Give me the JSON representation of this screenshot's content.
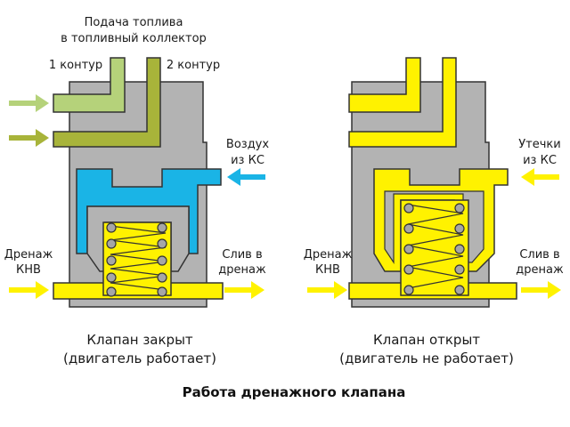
{
  "title": "Работа дренажного клапана",
  "left": {
    "fuel_supply_line1": "Подача топлива",
    "fuel_supply_line2": "в топливный коллектор",
    "circuit1": "1 контур",
    "circuit2": "2 контур",
    "air_line1": "Воздух",
    "air_line2": "из КС",
    "drain_in_line1": "Дренаж",
    "drain_in_line2": "КНВ",
    "drain_out_line1": "Слив в",
    "drain_out_line2": "дренаж",
    "caption_line1": "Клапан закрыт",
    "caption_line2": "(двигатель работает)"
  },
  "right": {
    "leak_line1": "Утечки",
    "leak_line2": "из КС",
    "drain_in_line1": "Дренаж",
    "drain_in_line2": "КНВ",
    "drain_out_line1": "Слив в",
    "drain_out_line2": "дренаж",
    "caption_line1": "Клапан открыт",
    "caption_line2": "(двигатель не работает)"
  },
  "colors": {
    "body": "#b3b3b3",
    "outline": "#333333",
    "fuel_circuit1": "#b5d27a",
    "fuel_circuit2": "#a8b43a",
    "air": "#1ab4e6",
    "drain": "#fff200",
    "spring_ball": "#a6a6a6"
  }
}
